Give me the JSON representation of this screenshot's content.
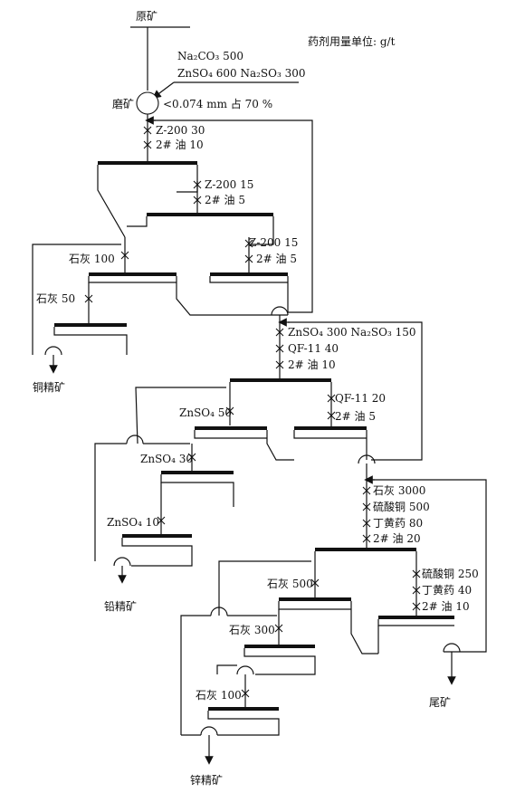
{
  "feed": "原矿",
  "unit_note": "药剂用量单位: g/t",
  "grinding": {
    "label": "磨矿",
    "reagent_1": "Na₂CO₃ 500",
    "reagent_2": "ZnSO₄ 600 Na₂SO₃ 300",
    "fineness": "<0.074 mm 占 70 %"
  },
  "copper": {
    "rougher": [
      "Z-200 30",
      "2# 油 10"
    ],
    "scav1": [
      "Z-200 15",
      "2# 油 5"
    ],
    "scav2": [
      "Z-200 15",
      "2# 油 5"
    ],
    "clean1": "石灰 100",
    "clean2": "石灰 50",
    "product": "铜精矿"
  },
  "lead": {
    "rougher": [
      "ZnSO₄ 300 Na₂SO₃ 150",
      "QF-11 40",
      "2# 油 10"
    ],
    "scav": [
      "QF-11 20",
      "2# 油 5"
    ],
    "clean1": "ZnSO₄ 50",
    "clean2": "ZnSO₄ 30",
    "clean3": "ZnSO₄ 10",
    "product": "铅精矿"
  },
  "zinc": {
    "rougher": [
      "石灰 3000",
      "硫酸铜 500",
      "丁黄药 80",
      "2# 油 20"
    ],
    "scav": [
      "硫酸铜 250",
      "丁黄药 40",
      "2# 油 10"
    ],
    "clean1": "石灰 500",
    "clean2": "石灰 300",
    "clean3": "石灰 100",
    "product": "锌精矿",
    "tailings": "尾矿"
  }
}
